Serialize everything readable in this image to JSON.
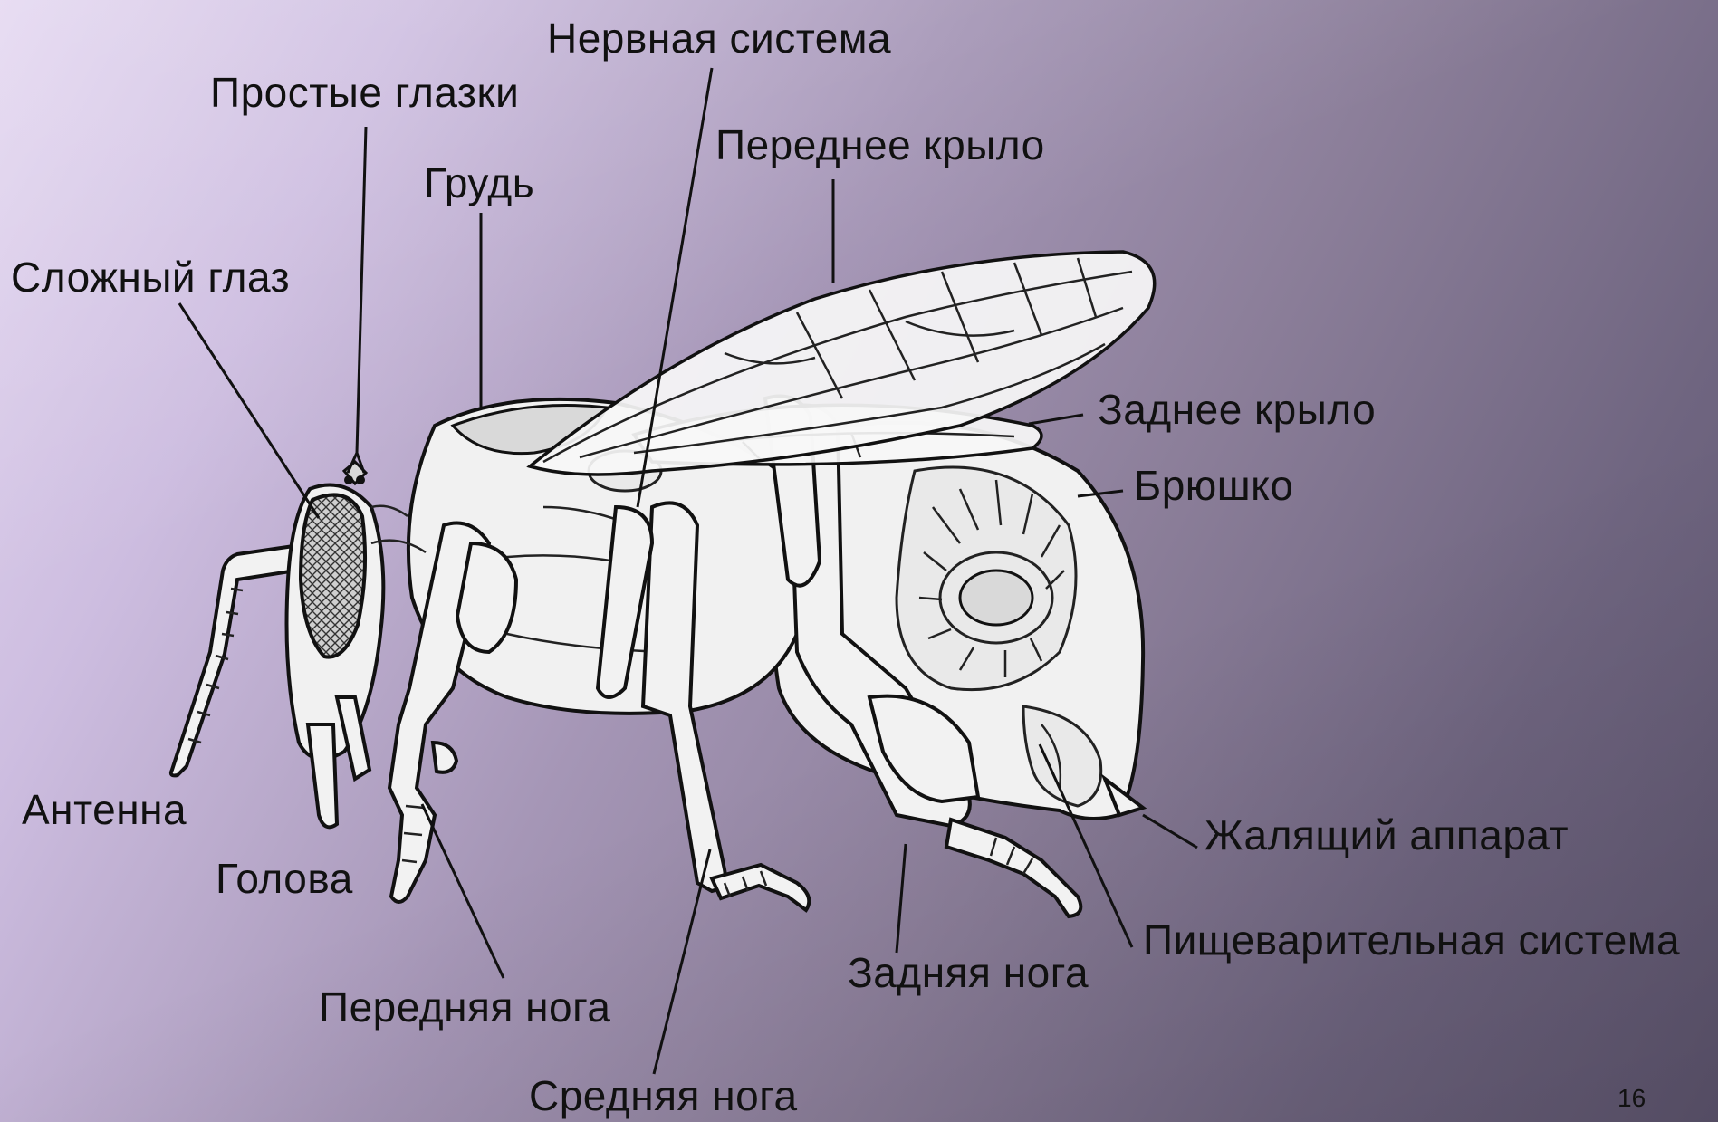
{
  "labels": {
    "nervous_system": "Нервная система",
    "simple_eyes": "Простые глазки",
    "forewing": "Переднее крыло",
    "thorax": "Грудь",
    "compound_eye": "Сложный глаз",
    "hindwing": "Заднее крыло",
    "abdomen": "Брюшко",
    "antenna": "Антенна",
    "sting": "Жалящий аппарат",
    "head": "Голова",
    "digestive_system": "Пищеварительная система",
    "hind_leg": "Задняя нога",
    "front_leg": "Передняя нога",
    "middle_leg": "Средняя нога"
  },
  "page_number": "16"
}
